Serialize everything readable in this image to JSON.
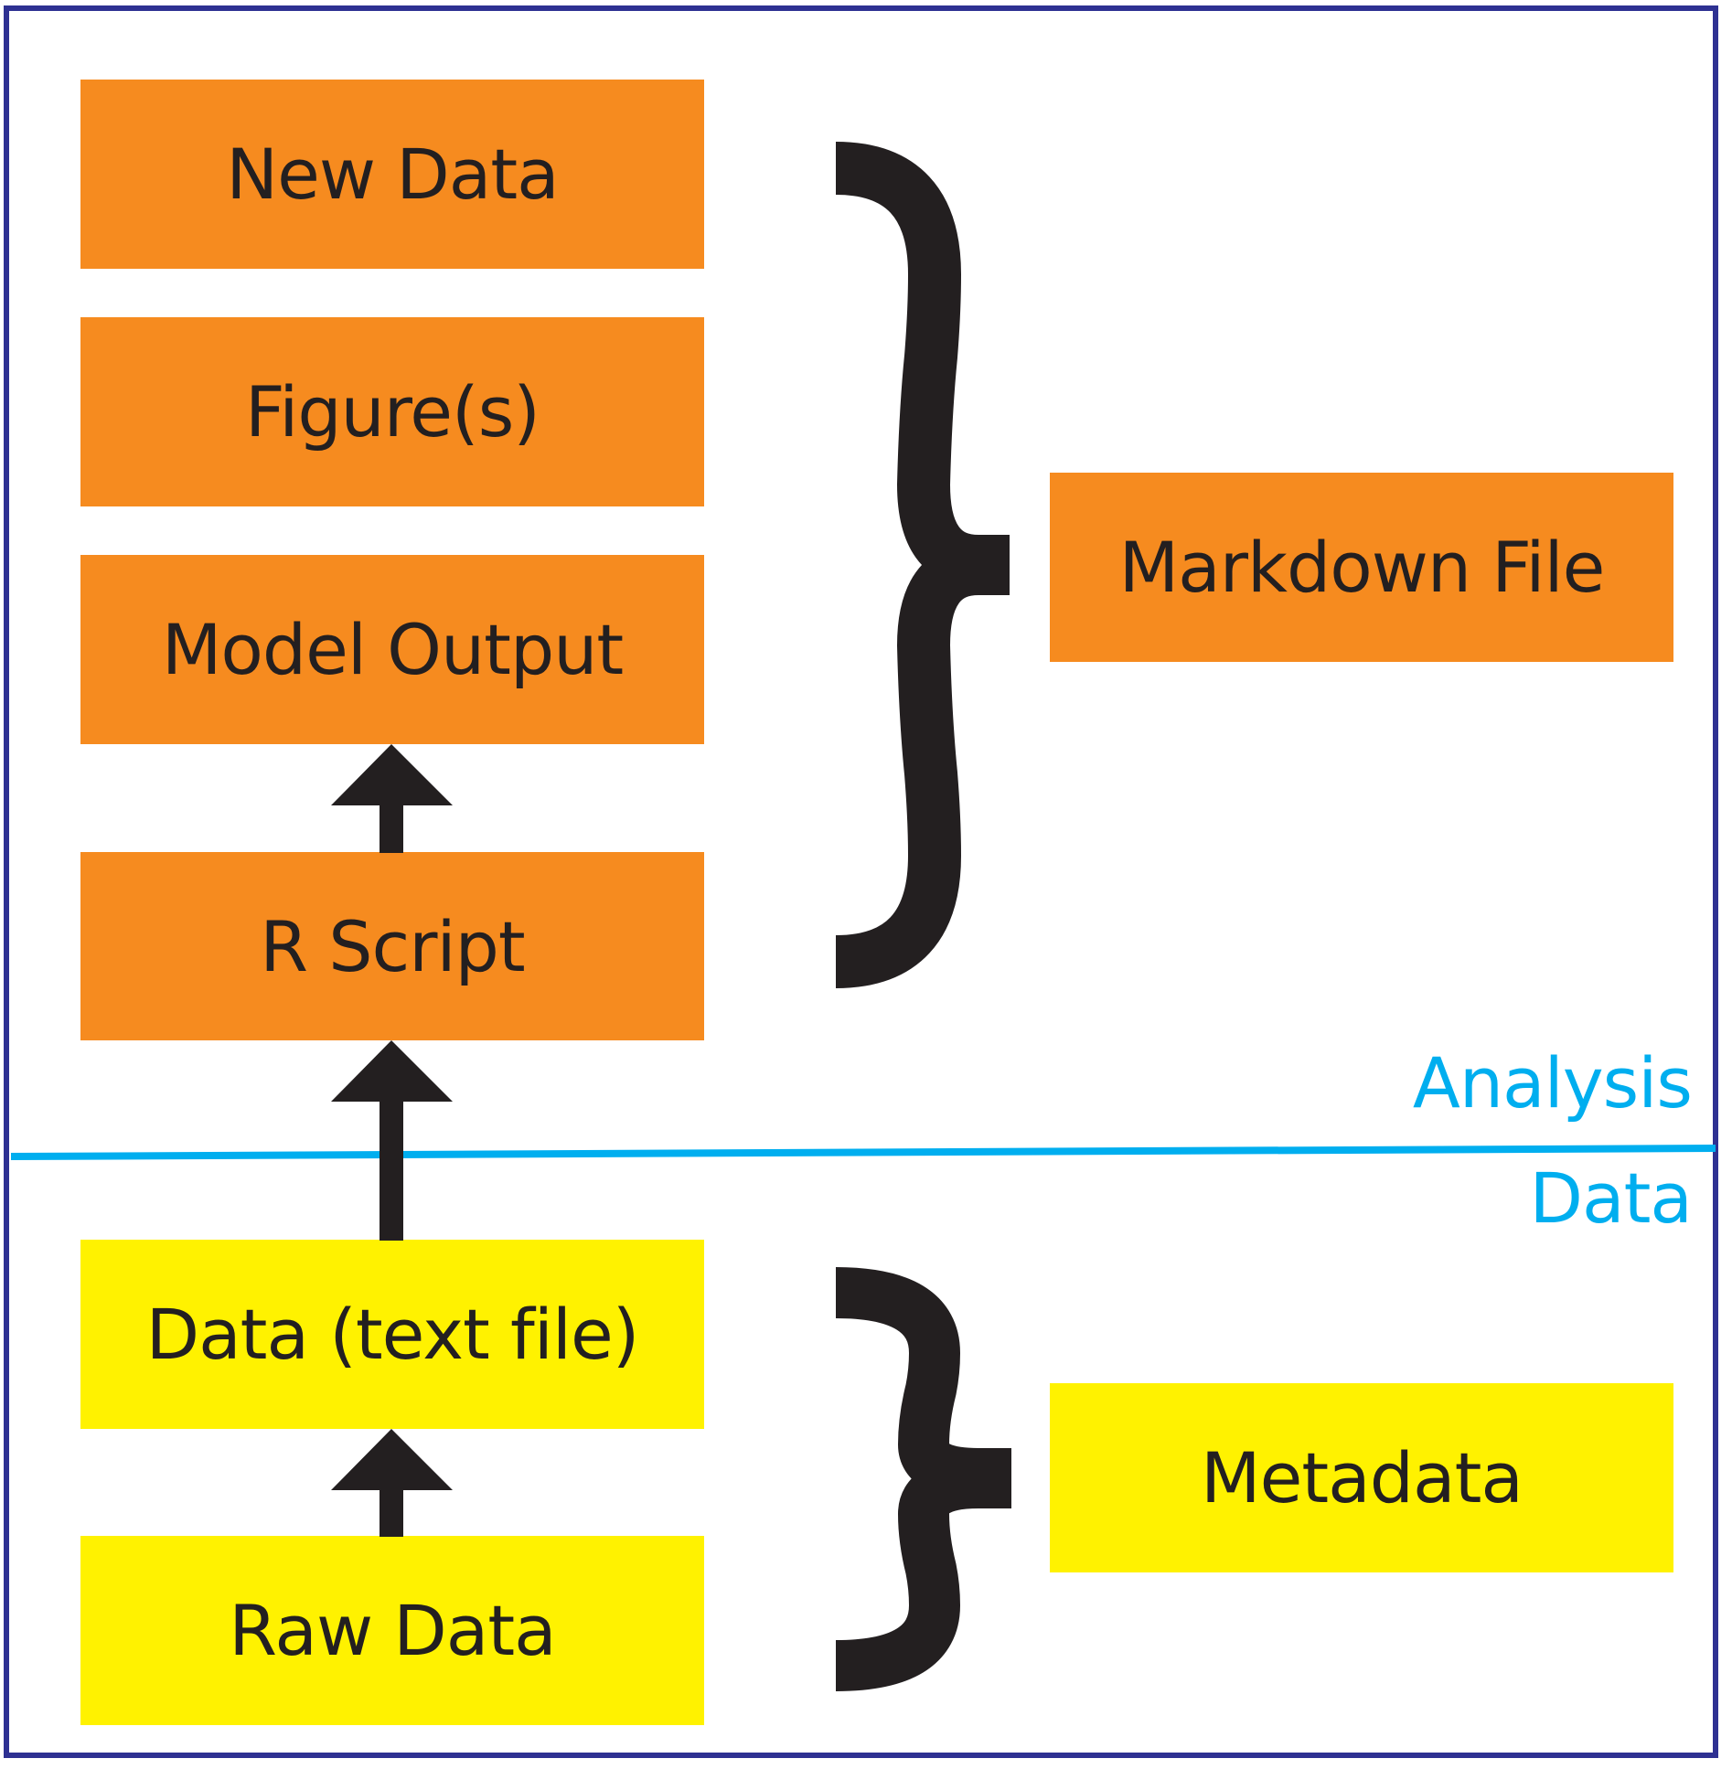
{
  "colors": {
    "border": "#2e3192",
    "analysis_box": "#f68b1f",
    "data_box": "#fff200",
    "divider": "#00aeef",
    "ink": "#231f20"
  },
  "flow": {
    "new_data": "New Data",
    "figures": "Figure(s)",
    "model_output": "Model Output",
    "r_script": "R Script",
    "data_text_file": "Data (text file)",
    "raw_data": "Raw Data"
  },
  "groups": {
    "markdown_file": "Markdown File",
    "metadata": "Metadata"
  },
  "sections": {
    "analysis": "Analysis",
    "data": "Data"
  }
}
